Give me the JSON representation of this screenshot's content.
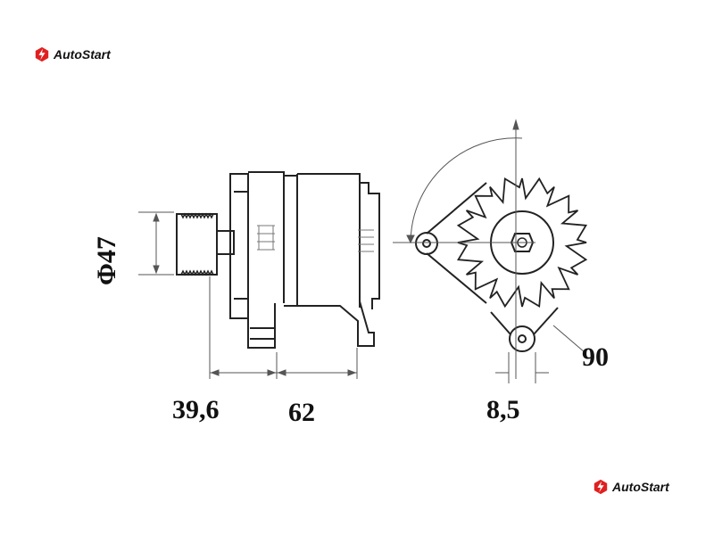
{
  "brand": {
    "name": "AutoStart",
    "color": "#e02020"
  },
  "dimensions": {
    "diameter": "Φ47",
    "offset": "39,6",
    "length": "62",
    "ear": "8,5",
    "angle": "90"
  }
}
